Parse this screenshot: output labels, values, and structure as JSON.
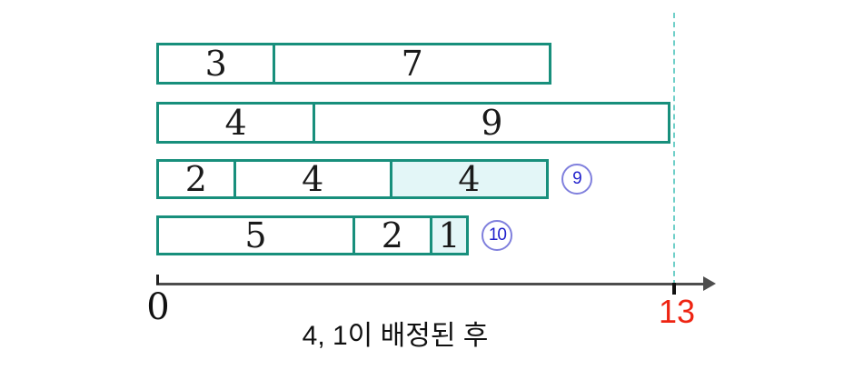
{
  "caption": "4, 1이 배정된 후",
  "axis": {
    "start_label": "0",
    "end_label": "13",
    "max_units": 13
  },
  "rows": [
    {
      "segments": [
        {
          "value": "3",
          "units": 3
        },
        {
          "value": "7",
          "units": 7
        }
      ],
      "badge": null
    },
    {
      "segments": [
        {
          "value": "4",
          "units": 4
        },
        {
          "value": "9",
          "units": 9
        }
      ],
      "badge": null
    },
    {
      "segments": [
        {
          "value": "2",
          "units": 2
        },
        {
          "value": "4",
          "units": 4
        },
        {
          "value": "4",
          "units": 4,
          "highlight": true
        }
      ],
      "badge": "9"
    },
    {
      "segments": [
        {
          "value": "5",
          "units": 5
        },
        {
          "value": "2",
          "units": 2
        },
        {
          "value": "1",
          "units": 1,
          "highlight": true
        }
      ],
      "badge": "10"
    }
  ],
  "colors": {
    "bar_border": "#188f7c",
    "normal_fill": "#ffffff",
    "highlight_fill": "#e3f6f7",
    "dashed_line": "#6fcfc8",
    "axis": "#4d4d4d",
    "limit_red": "#ee2412",
    "badge_blue": "#2020cc",
    "badge_ring": "#8080dd"
  }
}
